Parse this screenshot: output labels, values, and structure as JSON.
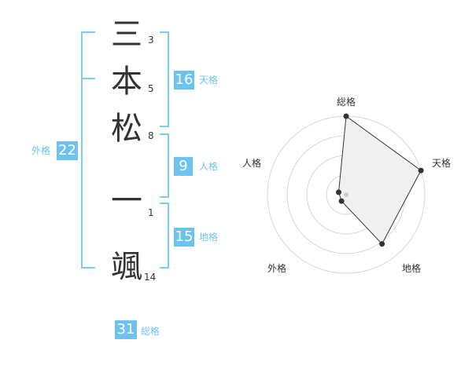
{
  "name": {
    "chars": [
      "三",
      "本",
      "松",
      "一",
      "颯"
    ],
    "strokes": [
      "3",
      "5",
      "8",
      "1",
      "14"
    ]
  },
  "scores": {
    "tenkaku": {
      "value": "16",
      "label": "天格"
    },
    "jinkaku": {
      "value": "9",
      "label": "人格"
    },
    "chikaku": {
      "value": "15",
      "label": "地格"
    },
    "gaikaku": {
      "value": "22",
      "label": "外格"
    },
    "soukaku": {
      "value": "31",
      "label": "総格"
    }
  },
  "colors": {
    "accent": "#6cc3ef",
    "bracket": "#7ec9f0",
    "radar_fill": "#f0f0f0"
  },
  "chart_data": {
    "type": "radar",
    "axes": [
      "総格",
      "天格",
      "地格",
      "外格",
      "人格"
    ],
    "values": [
      5,
      5,
      4,
      1,
      1
    ],
    "max": 5,
    "grid_rings": 4
  }
}
